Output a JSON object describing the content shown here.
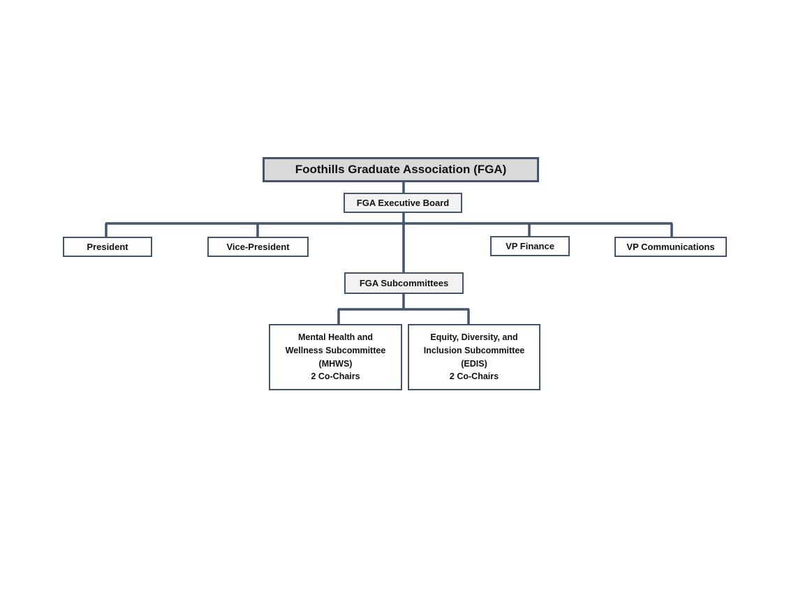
{
  "diagram": {
    "root": "Foothills Graduate Association (FGA)",
    "board": "FGA Executive Board",
    "officers": [
      "President",
      "Vice-President",
      "VP Finance",
      "VP Communications"
    ],
    "subcommittees_header": "FGA Subcommittees",
    "subcommittees": [
      {
        "lines": [
          "Mental Health and",
          "Wellness Subcommittee",
          "(MHWS)",
          "2 Co-Chairs"
        ]
      },
      {
        "lines": [
          "Equity, Diversity, and",
          "Inclusion Subcommittee",
          "(EDIS)",
          "2 Co-Chairs"
        ]
      }
    ],
    "colors": {
      "line": "#44546a",
      "title_fill": "#d9d9d9",
      "header_fill": "#f2f2f2"
    }
  }
}
